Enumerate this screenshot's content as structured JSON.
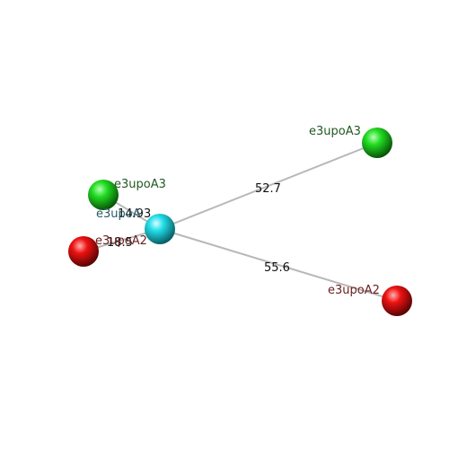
{
  "colors": {
    "background": "#ffffff",
    "edge": "#b8b8b8",
    "green_node": "#22dd22",
    "red_node": "#ee1111",
    "cyan_node": "#22dde8",
    "green_label": "#1f5a1f",
    "red_label": "#6b2020",
    "cyan_label": "#2a5a66"
  },
  "nodes": [
    {
      "id": "center",
      "label": "e3upoA",
      "color": "cyan"
    },
    {
      "id": "green-right",
      "label": "e3upoA3",
      "color": "green"
    },
    {
      "id": "green-left",
      "label": "e3upoA3",
      "color": "green"
    },
    {
      "id": "red-left",
      "label": "e3upoA2",
      "color": "red"
    },
    {
      "id": "red-right",
      "label": "e3upoA2",
      "color": "red"
    }
  ],
  "edges": [
    {
      "from": "center",
      "to": "green-right",
      "label": "52.7"
    },
    {
      "from": "center",
      "to": "green-left",
      "label": "14.93"
    },
    {
      "from": "center",
      "to": "red-left",
      "label": "18.5"
    },
    {
      "from": "center",
      "to": "red-right",
      "label": "55.6"
    }
  ]
}
